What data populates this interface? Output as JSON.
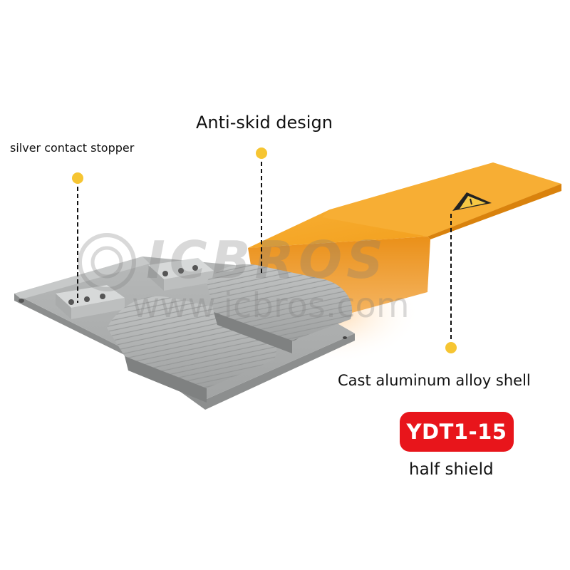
{
  "callouts": {
    "silver_contact_stopper": "silver contact stopper",
    "anti_skid_design": "Anti-skid design",
    "cast_shell": "Cast aluminum alloy shell"
  },
  "model": {
    "name": "YDT1-15",
    "variant": "half shield"
  },
  "watermark": {
    "brand": "ICBROS",
    "url": "www.icbros.com"
  },
  "colors": {
    "badge": "#e8151b",
    "cover": "#f5a21f",
    "housing": "#9a9c9c",
    "dot": "#f6c532",
    "text": "#111111"
  }
}
